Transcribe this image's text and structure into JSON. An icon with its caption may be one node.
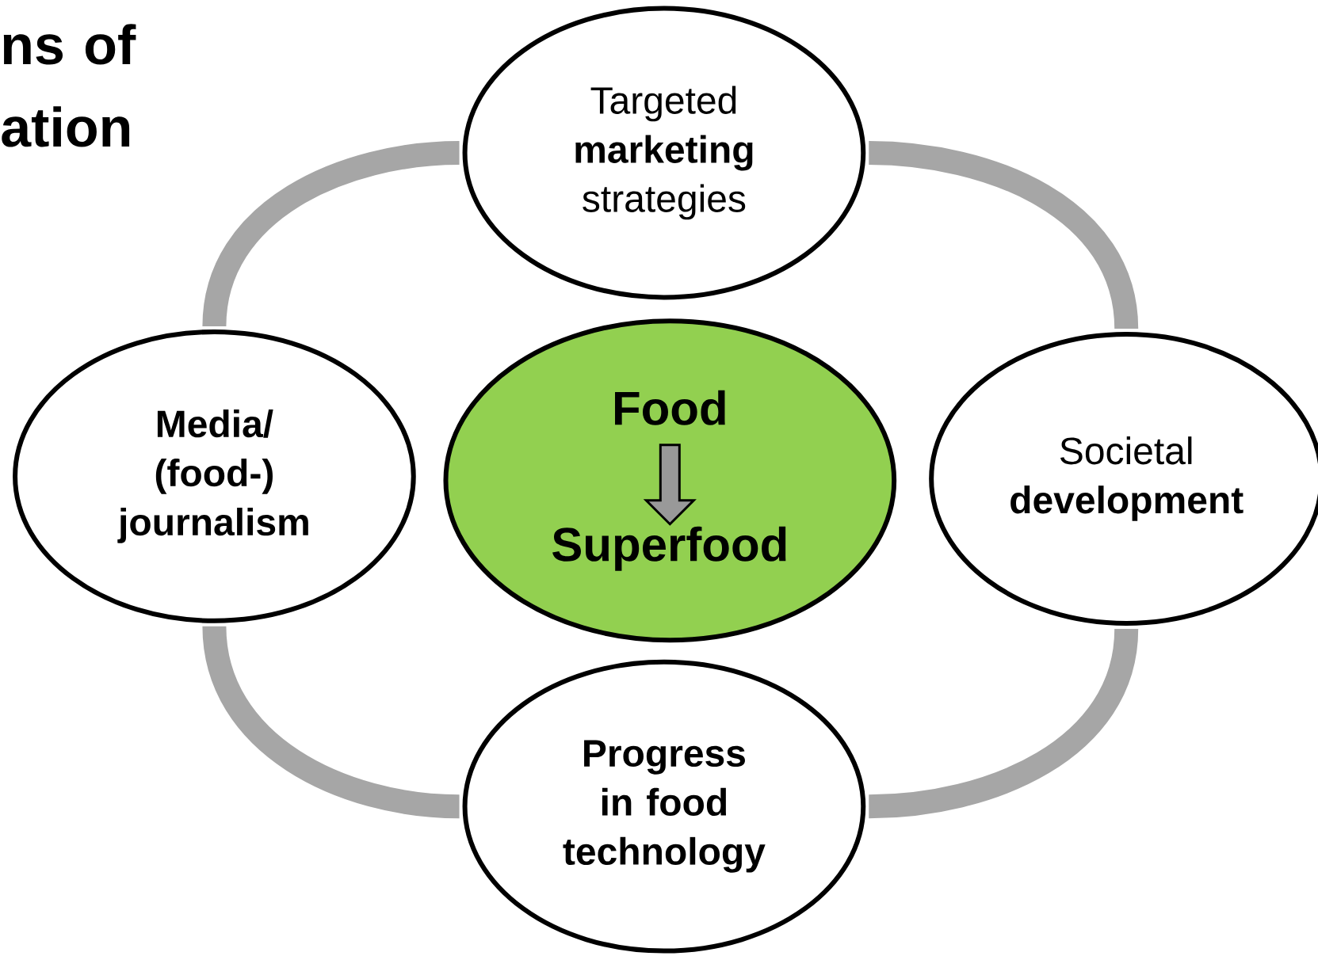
{
  "diagram": {
    "title": "ns of ation",
    "nodes": [
      {
        "text": [
          "Targeted **marketing** strategies"
        ]
      },
      {
        "text": [
          "Media/ (food-) journalism"
        ]
      },
      {
        "text": [
          "Food",
          "Superfood"
        ]
      },
      {
        "text": [
          "Societal **development**"
        ]
      },
      {
        "text": [
          "Progress in food technology"
        ]
      }
    ],
    "edges": [
      {
        "from": 0,
        "to": 3,
        "arrow": "none"
      },
      {
        "from": 3,
        "to": 4,
        "arrow": "none"
      },
      {
        "from": 4,
        "to": 1,
        "arrow": "none"
      },
      {
        "from": 1,
        "to": 0,
        "arrow": "none"
      }
    ]
  }
}
